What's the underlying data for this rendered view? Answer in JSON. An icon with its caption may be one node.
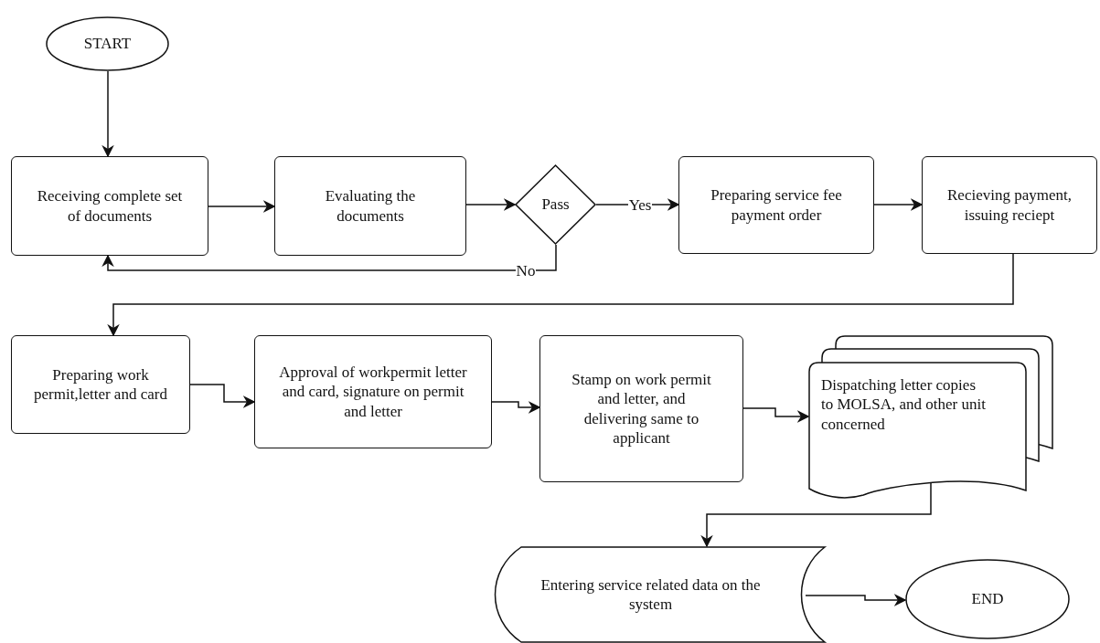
{
  "diagram": {
    "nodes": [
      {
        "text": [
          "START"
        ]
      },
      {
        "text": [
          "Receiving complete set of documents"
        ]
      },
      {
        "text": [
          "Evaluating the documents"
        ]
      },
      {
        "text": [
          "Pass"
        ]
      },
      {
        "text": [
          "Preparing service fee payment order"
        ]
      },
      {
        "text": [
          "Recieving payment, issuing reciept"
        ]
      },
      {
        "text": [
          "Preparing work permit,letter and card"
        ]
      },
      {
        "text": [
          "Approval of workpermit letter and card, signature on permit and letter"
        ]
      },
      {
        "text": [
          "Stamp on work permit and letter, and delivering same to applicant"
        ]
      },
      {
        "text": [
          "Dispatching letter copies to MOLSA, and other unit concerned"
        ]
      },
      {
        "text": [
          "Entering service related data  on the system"
        ]
      },
      {
        "text": [
          "END"
        ]
      }
    ],
    "edges": [
      {
        "from": 0,
        "to": 1,
        "arrow": "to"
      },
      {
        "from": 1,
        "to": 2,
        "arrow": "to"
      },
      {
        "from": 2,
        "to": 3,
        "arrow": "to"
      },
      {
        "from": 3,
        "to": 4,
        "arrow": "to",
        "label": "Yes"
      },
      {
        "from": 3,
        "to": 1,
        "arrow": "to",
        "label": "No"
      },
      {
        "from": 4,
        "to": 5,
        "arrow": "to"
      },
      {
        "from": 5,
        "to": 6,
        "arrow": "to"
      },
      {
        "from": 6,
        "to": 7,
        "arrow": "to"
      },
      {
        "from": 7,
        "to": 8,
        "arrow": "to"
      },
      {
        "from": 8,
        "to": 9,
        "arrow": "to"
      },
      {
        "from": 9,
        "to": 10,
        "arrow": "to"
      },
      {
        "from": 10,
        "to": 11,
        "arrow": "to"
      }
    ]
  }
}
